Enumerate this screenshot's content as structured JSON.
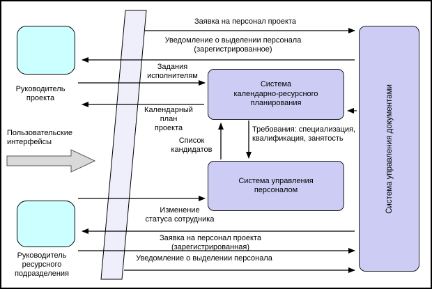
{
  "actors": {
    "project_manager": {
      "label": "Руководитель\nпроекта"
    },
    "resource_manager": {
      "label": "Руководитель\nресурсного\nподразделения"
    },
    "user_interfaces": {
      "label": "Пользовательские\nинтерфейсы"
    }
  },
  "systems": {
    "planning": {
      "label": "Система\nкалендарно-ресурсного\nпланирования"
    },
    "hr": {
      "label": "Система управления\nперсоналом"
    },
    "documents": {
      "label": "Система управления документами"
    }
  },
  "flows": {
    "project_staff_request": "Заявка на персонал проекта",
    "allocation_notification_registered": "Уведомление о выделении персонала\n(зарегистрированное)",
    "tasks_to_executors": "Задания\nисполнителям",
    "calendar_plan": "Календарный\nплан\nпроекта",
    "candidates_list": "Список\nкандидатов",
    "requirements": "Требования: специализация,\nквалификация, занятость",
    "employee_status_change": "Изменение\nстатуса сотрудника",
    "staff_request_registered": "Заявка на персонал проекта\n(зарегистрированная)",
    "allocation_notification": "Уведомление о выделении персонала"
  },
  "colors": {
    "actor_fill": "#ccffff",
    "system_fill": "#cdccf5",
    "plane_fill": "#efeffc",
    "block_arrow_fill": "#d9d9d9",
    "line": "#000000"
  }
}
